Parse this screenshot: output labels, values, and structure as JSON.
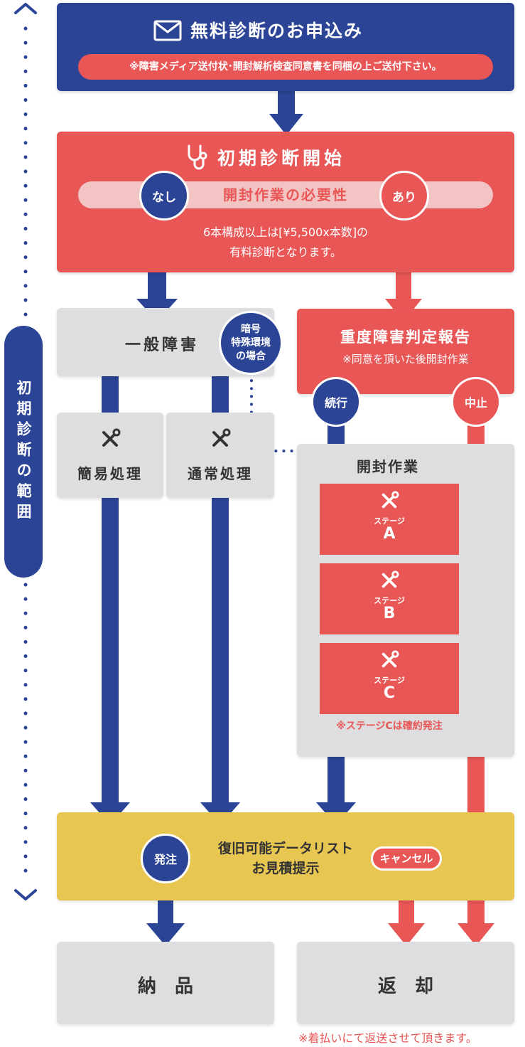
{
  "header": {
    "title": "無料診断のお申込み",
    "note": "※障害メディア送付状･開封解析検査同意書を同梱の上ご送付下さい。",
    "icon": "envelope-icon"
  },
  "initial": {
    "title": "初期診断開始",
    "icon": "stethoscope-icon",
    "necessity": "開封作業の必要性",
    "badge_no": "なし",
    "badge_yes": "あり",
    "fee_line1": "6本構成以上は[¥5,500x本数]の",
    "fee_line2": "有料診断となります。"
  },
  "side_label": "初期診断の範囲",
  "general": {
    "title": "一般障害",
    "special_line1": "暗号",
    "special_line2": "特殊環境",
    "special_line3": "の場合"
  },
  "severe": {
    "title": "重度障害判定報告",
    "note": "※同意を頂いた後開封作業",
    "continue": "続行",
    "stop": "中止"
  },
  "simple": {
    "title": "簡易処理",
    "icon": "tools-icon"
  },
  "normal": {
    "title": "通常処理",
    "icon": "tools-icon"
  },
  "opening": {
    "title": "開封作業",
    "stage_label": "ステージ",
    "stages": [
      "A",
      "B",
      "C"
    ],
    "note": "※ステージCは確約発注"
  },
  "quote": {
    "line1": "復旧可能データリスト",
    "line2": "お見積提示",
    "order": "発注",
    "cancel": "キャンセル"
  },
  "delivery": "納　品",
  "return": "返　却",
  "footnote": "※着払いにて返送させて頂きます。",
  "colors": {
    "navy": "#2b4496",
    "red": "#e85656",
    "gray": "#dedee0",
    "yellow": "#e8c652"
  }
}
